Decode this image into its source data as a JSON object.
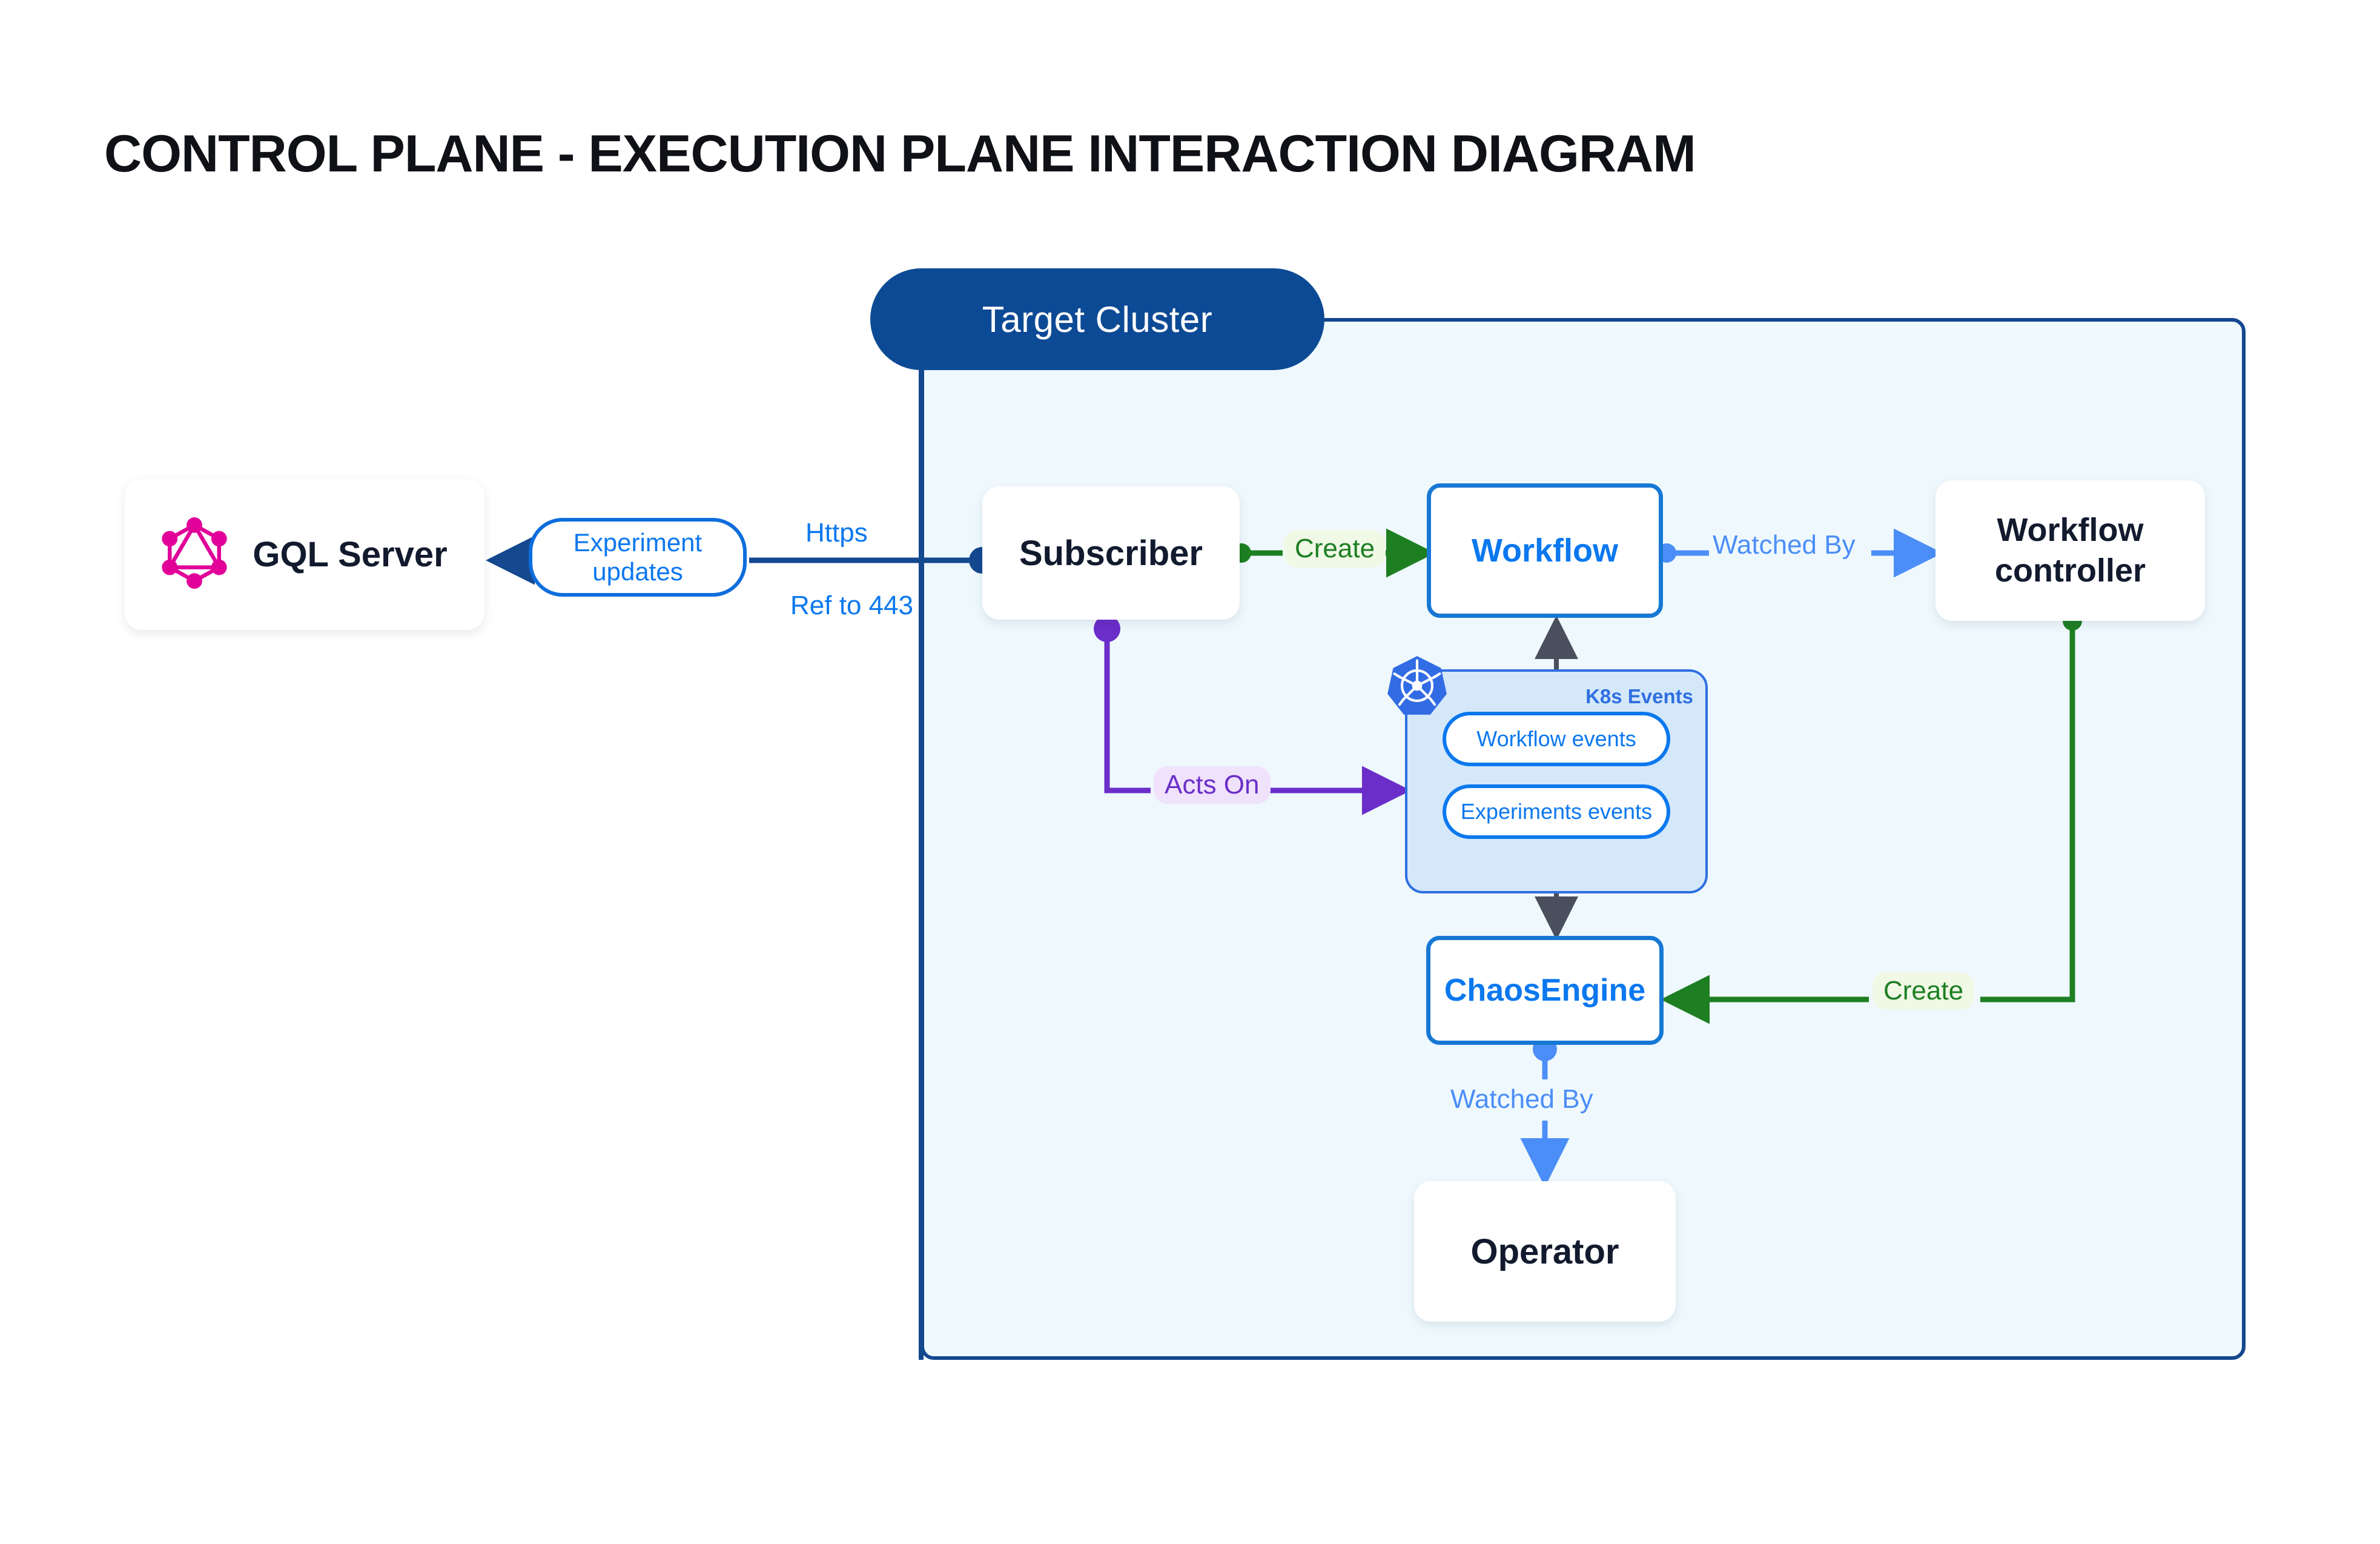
{
  "title": "CONTROL PLANE - EXECUTION PLANE INTERACTION DIAGRAM",
  "cluster": {
    "badge_label": "Target Cluster"
  },
  "nodes": {
    "gql_server": {
      "label": "GQL Server",
      "icon": "graphql-logo-icon"
    },
    "subscriber": {
      "label": "Subscriber"
    },
    "workflow": {
      "label": "Workflow"
    },
    "workflow_controller": {
      "label_line1": "Workflow",
      "label_line2": "controller"
    },
    "chaos_engine": {
      "label": "ChaosEngine"
    },
    "operator": {
      "label": "Operator"
    }
  },
  "k8s_group": {
    "caption": "K8s Events",
    "icon": "kubernetes-logo-icon",
    "pills": [
      {
        "label": "Workflow events"
      },
      {
        "label": "Experiments events"
      }
    ]
  },
  "edge_labels": {
    "experiment_updates_line1": "Experiment",
    "experiment_updates_line2": "updates",
    "https": "Https",
    "ref_to_443": "Ref to 443",
    "create_workflow": "Create",
    "watched_by_controller": "Watched By",
    "acts_on": "Acts On",
    "create_chaosengine": "Create",
    "watched_by_operator": "Watched By"
  },
  "colors": {
    "cluster_border": "#14488f",
    "cluster_fill": "#eff9fd",
    "cluster_badge": "#0d4a95",
    "blue_accent": "#0b78ef",
    "light_blue_arrow": "#4c8ef8",
    "green": "#1d7f22",
    "purple": "#6b2ec9",
    "graphql_pink": "#e10098",
    "k8s_blue": "#326ce5",
    "node_text": "#121a2e",
    "grey_arrow": "#4a4f5e"
  }
}
